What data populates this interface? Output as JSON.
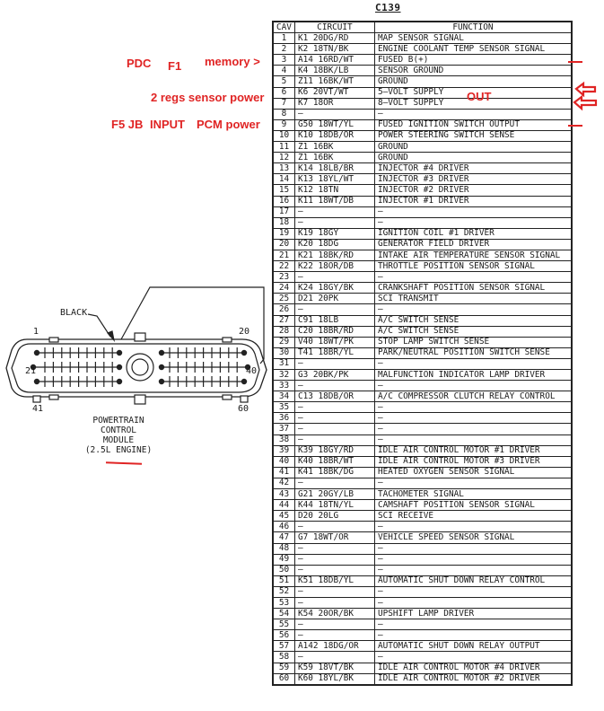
{
  "connector": {
    "title": "C139",
    "color_callout": "BLACK",
    "caption": [
      "POWERTRAIN",
      "CONTROL",
      "MODULE",
      "(2.5L ENGINE)"
    ],
    "pin_labels": {
      "top_left": "1",
      "top_right": "20",
      "mid_left": "21",
      "mid_right": "40",
      "bottom_left": "41",
      "bottom_right": "60"
    }
  },
  "table": {
    "headers": [
      "CAV",
      "CIRCUIT",
      "FUNCTION"
    ],
    "rows": [
      {
        "cav": "1",
        "circuit": "K1 20DG/RD",
        "function": "MAP SENSOR SIGNAL"
      },
      {
        "cav": "2",
        "circuit": "K2 18TN/BK",
        "function": "ENGINE COOLANT TEMP SENSOR SIGNAL"
      },
      {
        "cav": "3",
        "circuit": "A14 16RD/WT",
        "function": "FUSED B(+)"
      },
      {
        "cav": "4",
        "circuit": "K4 18BK/LB",
        "function": "SENSOR GROUND"
      },
      {
        "cav": "5",
        "circuit": "Z11 16BK/WT",
        "function": "GROUND"
      },
      {
        "cav": "6",
        "circuit": "K6 20VT/WT",
        "function": "5—VOLT SUPPLY"
      },
      {
        "cav": "7",
        "circuit": "K7 18OR",
        "function": "8—VOLT SUPPLY"
      },
      {
        "cav": "8",
        "circuit": "—",
        "function": "—"
      },
      {
        "cav": "9",
        "circuit": "G50 18WT/YL",
        "function": "FUSED IGNITION SWITCH OUTPUT"
      },
      {
        "cav": "10",
        "circuit": "K10 18DB/OR",
        "function": "POWER STEERING SWITCH SENSE"
      },
      {
        "cav": "11",
        "circuit": "Z1 16BK",
        "function": "GROUND"
      },
      {
        "cav": "12",
        "circuit": "Z1 16BK",
        "function": "GROUND"
      },
      {
        "cav": "13",
        "circuit": "K14 18LB/BR",
        "function": "INJECTOR #4 DRIVER"
      },
      {
        "cav": "14",
        "circuit": "K13 18YL/WT",
        "function": "INJECTOR #3 DRIVER"
      },
      {
        "cav": "15",
        "circuit": "K12 18TN",
        "function": "INJECTOR #2 DRIVER"
      },
      {
        "cav": "16",
        "circuit": "K11 18WT/DB",
        "function": "INJECTOR #1 DRIVER"
      },
      {
        "cav": "17",
        "circuit": "—",
        "function": "—"
      },
      {
        "cav": "18",
        "circuit": "—",
        "function": "—"
      },
      {
        "cav": "19",
        "circuit": "K19 18GY",
        "function": "IGNITION COIL #1 DRIVER"
      },
      {
        "cav": "20",
        "circuit": "K20 18DG",
        "function": "GENERATOR FIELD DRIVER"
      },
      {
        "cav": "21",
        "circuit": "K21 18BK/RD",
        "function": "INTAKE AIR TEMPERATURE SENSOR SIGNAL"
      },
      {
        "cav": "22",
        "circuit": "K22 18OR/DB",
        "function": "THROTTLE POSITION SENSOR SIGNAL"
      },
      {
        "cav": "23",
        "circuit": "—",
        "function": "—"
      },
      {
        "cav": "24",
        "circuit": "K24 18GY/BK",
        "function": "CRANKSHAFT POSITION SENSOR SIGNAL"
      },
      {
        "cav": "25",
        "circuit": "D21 20PK",
        "function": "SCI TRANSMIT"
      },
      {
        "cav": "26",
        "circuit": "—",
        "function": "—"
      },
      {
        "cav": "27",
        "circuit": "C91 18LB",
        "function": "A/C SWITCH SENSE"
      },
      {
        "cav": "28",
        "circuit": "C20 18BR/RD",
        "function": "A/C SWITCH SENSE"
      },
      {
        "cav": "29",
        "circuit": "V40 18WT/PK",
        "function": "STOP LAMP SWITCH SENSE"
      },
      {
        "cav": "30",
        "circuit": "T41 18BR/YL",
        "function": "PARK/NEUTRAL POSITION SWITCH SENSE"
      },
      {
        "cav": "31",
        "circuit": "—",
        "function": "—"
      },
      {
        "cav": "32",
        "circuit": "G3 20BK/PK",
        "function": "MALFUNCTION INDICATOR LAMP DRIVER"
      },
      {
        "cav": "33",
        "circuit": "—",
        "function": "—"
      },
      {
        "cav": "34",
        "circuit": "C13 18DB/OR",
        "function": "A/C COMPRESSOR CLUTCH RELAY CONTROL"
      },
      {
        "cav": "35",
        "circuit": "—",
        "function": "—"
      },
      {
        "cav": "36",
        "circuit": "—",
        "function": "—"
      },
      {
        "cav": "37",
        "circuit": "—",
        "function": "—"
      },
      {
        "cav": "38",
        "circuit": "—",
        "function": "—"
      },
      {
        "cav": "39",
        "circuit": "K39 18GY/RD",
        "function": "IDLE AIR CONTROL MOTOR #1 DRIVER"
      },
      {
        "cav": "40",
        "circuit": "K40 18BR/WT",
        "function": "IDLE AIR CONTROL MOTOR #3 DRIVER"
      },
      {
        "cav": "41",
        "circuit": "K41 18BK/DG",
        "function": "HEATED OXYGEN SENSOR SIGNAL"
      },
      {
        "cav": "42",
        "circuit": "—",
        "function": "—"
      },
      {
        "cav": "43",
        "circuit": "G21 20GY/LB",
        "function": "TACHOMETER SIGNAL"
      },
      {
        "cav": "44",
        "circuit": "K44 18TN/YL",
        "function": "CAMSHAFT POSITION SENSOR SIGNAL"
      },
      {
        "cav": "45",
        "circuit": "D20 20LG",
        "function": "SCI RECEIVE"
      },
      {
        "cav": "46",
        "circuit": "—",
        "function": "—"
      },
      {
        "cav": "47",
        "circuit": "G7 18WT/OR",
        "function": "VEHICLE SPEED SENSOR SIGNAL"
      },
      {
        "cav": "48",
        "circuit": "—",
        "function": "—"
      },
      {
        "cav": "49",
        "circuit": "—",
        "function": "—"
      },
      {
        "cav": "50",
        "circuit": "—",
        "function": "—"
      },
      {
        "cav": "51",
        "circuit": "K51 18DB/YL",
        "function": "AUTOMATIC SHUT DOWN RELAY CONTROL"
      },
      {
        "cav": "52",
        "circuit": "—",
        "function": "—"
      },
      {
        "cav": "53",
        "circuit": "—",
        "function": "—"
      },
      {
        "cav": "54",
        "circuit": "K54 20OR/BK",
        "function": "UPSHIFT LAMP DRIVER"
      },
      {
        "cav": "55",
        "circuit": "—",
        "function": "—"
      },
      {
        "cav": "56",
        "circuit": "—",
        "function": "—"
      },
      {
        "cav": "57",
        "circuit": "A142 18DG/OR",
        "function": "AUTOMATIC SHUT DOWN RELAY OUTPUT"
      },
      {
        "cav": "58",
        "circuit": "—",
        "function": "—"
      },
      {
        "cav": "59",
        "circuit": "K59 18VT/BK",
        "function": "IDLE AIR CONTROL MOTOR #4 DRIVER"
      },
      {
        "cav": "60",
        "circuit": "K60 18YL/BK",
        "function": "IDLE AIR CONTROL MOTOR #2 DRIVER"
      }
    ]
  },
  "annotations": {
    "color": "#e02424",
    "pdc": "PDC",
    "f1": "F1",
    "memory": "memory >",
    "regs": "2 regs sensor power",
    "out": "OUT",
    "f5jb": "F5 JB",
    "input": "INPUT",
    "pcm_power": "PCM power",
    "double_arrow_icon": "left-arrow-pair"
  }
}
